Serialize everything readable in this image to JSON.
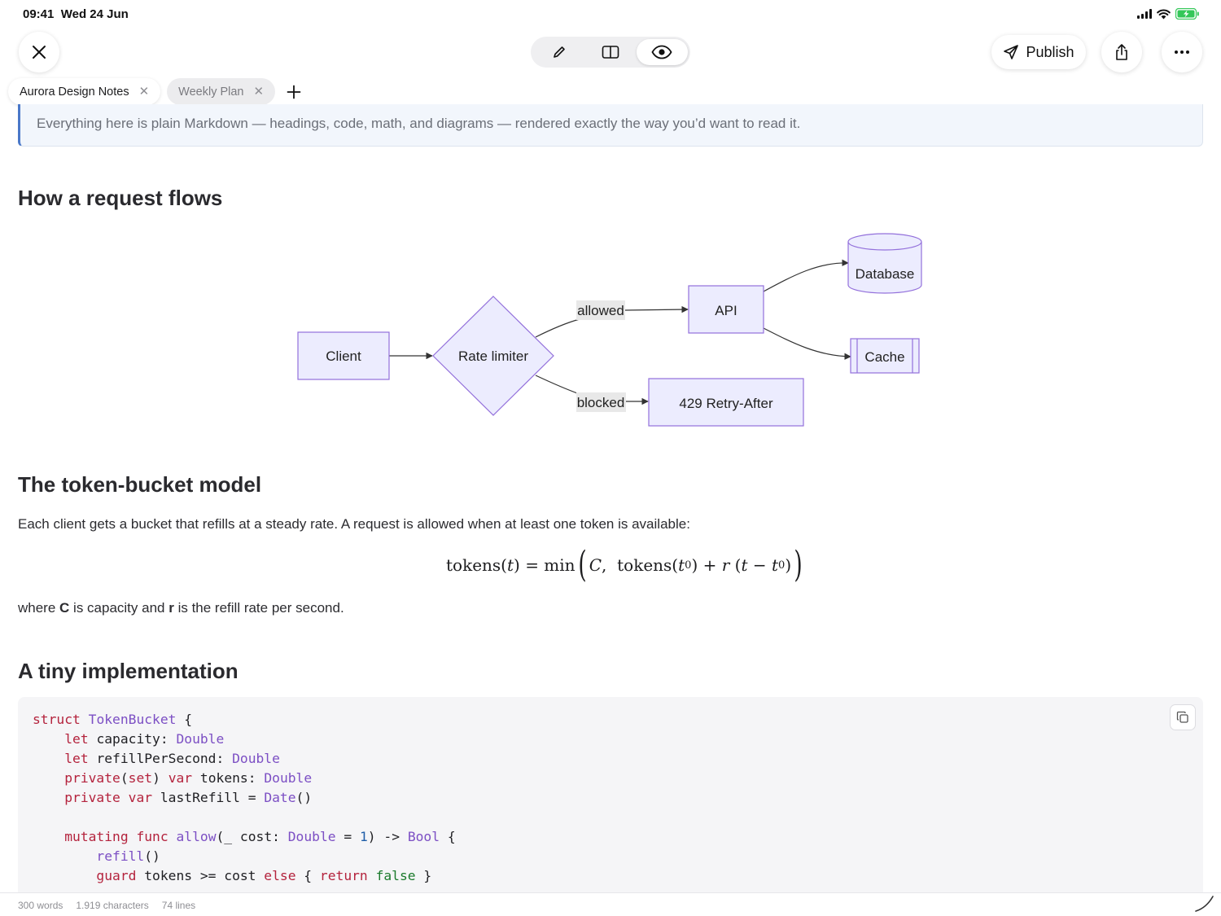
{
  "status_bar": {
    "time": "09:41",
    "date": "Wed 24 Jun",
    "icons": [
      "signal-icon",
      "wifi-icon",
      "battery-charging-icon"
    ]
  },
  "toolbar": {
    "close_icon": "close-icon",
    "modes": [
      {
        "name": "edit",
        "icon": "pencil-icon",
        "active": false
      },
      {
        "name": "split",
        "icon": "split-view-icon",
        "active": false
      },
      {
        "name": "preview",
        "icon": "eye-icon",
        "active": true
      }
    ],
    "publish_label": "Publish",
    "share_icon": "share-icon",
    "more_icon": "more-icon"
  },
  "tabs": [
    {
      "label": "Aurora Design Notes",
      "active": true
    },
    {
      "label": "Weekly Plan",
      "active": false
    }
  ],
  "document": {
    "callout": "Everything here is plain Markdown — headings, code, math, and diagrams — rendered exactly the way you’d want to read it.",
    "section1_title": "How a request flows",
    "diagram": {
      "nodes": {
        "client": "Client",
        "rate_limiter": "Rate limiter",
        "api": "API",
        "database": "Database",
        "cache": "Cache",
        "retry": "429 Retry-After"
      },
      "edge_labels": {
        "allowed": "allowed",
        "blocked": "blocked"
      }
    },
    "section2_title": "The token-bucket model",
    "section2_para": "Each client gets a bucket that refills at a steady rate. A request is allowed when at least one token is available:",
    "formula": "tokens(t) = min(C, tokens(t₀) + r (t − t₀))",
    "where_prefix": "where ",
    "where_c": "C",
    "where_mid": " is capacity and ",
    "where_r": "r",
    "where_suffix": " is the refill rate per second.",
    "section3_title": "A tiny implementation",
    "code_lines": [
      "struct TokenBucket {",
      "    let capacity: Double",
      "    let refillPerSecond: Double",
      "    private(set) var tokens: Double",
      "    private var lastRefill = Date()",
      "",
      "    mutating func allow(_ cost: Double = 1) -> Bool {",
      "        refill()",
      "        guard tokens >= cost else { return false }"
    ]
  },
  "footer": {
    "words": "300 words",
    "characters": "1.919 characters",
    "lines": "74 lines"
  },
  "colors": {
    "node_fill": "#ececfe",
    "node_stroke": "#9370db",
    "callout_bar": "#4a78c9",
    "keyword": "#b4233d",
    "type": "#7c4fc4"
  }
}
